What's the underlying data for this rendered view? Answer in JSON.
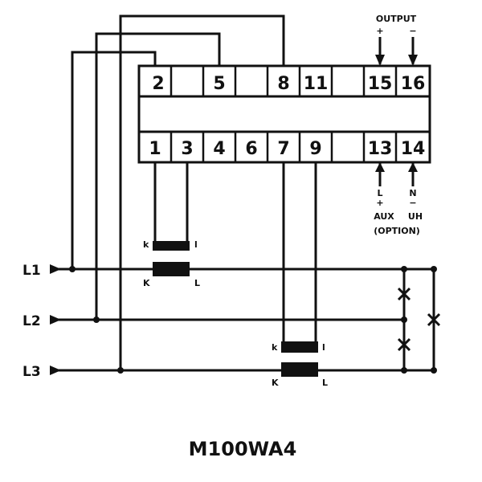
{
  "top_terminals": [
    "2",
    "",
    "5",
    "",
    "8",
    "11",
    "",
    "15",
    "16"
  ],
  "bottom_terminals": [
    "1",
    "3",
    "4",
    "6",
    "7",
    "9",
    "",
    "13",
    "14"
  ],
  "output": {
    "label": "OUTPUT",
    "plus": "+",
    "minus": "−"
  },
  "aux": {
    "l": "L",
    "plus": "+",
    "n": "N",
    "minus": "−",
    "aux": "AUX",
    "uh": "UH",
    "option": "(OPTION)"
  },
  "lines": [
    "L1",
    "L2",
    "L3"
  ],
  "ct1": {
    "k_top": "k",
    "l_top": "l",
    "k_bot": "K",
    "l_bot": "L"
  },
  "ct2": {
    "k_top": "k",
    "l_top": "l",
    "k_bot": "K",
    "l_bot": "L"
  },
  "title": "M100WA4"
}
